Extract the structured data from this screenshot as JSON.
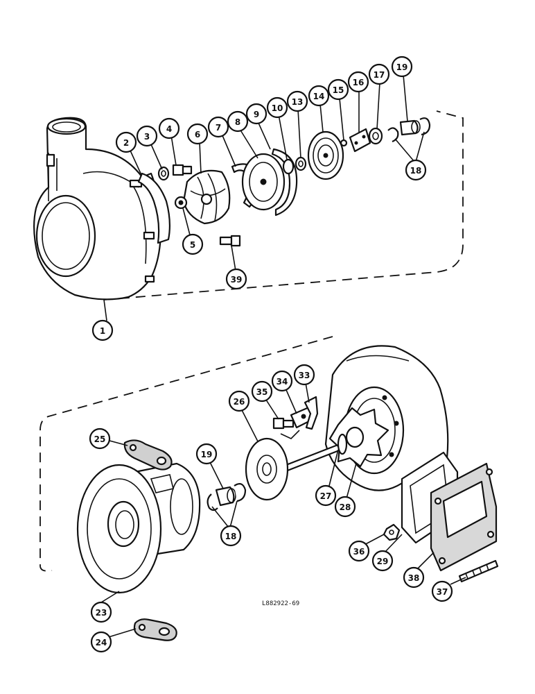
{
  "diagram": {
    "reference_code": "L882922-69",
    "callouts": [
      "1",
      "2",
      "3",
      "4",
      "5",
      "6",
      "7",
      "8",
      "9",
      "10",
      "13",
      "14",
      "15",
      "16",
      "17",
      "18",
      "19",
      "39",
      "23",
      "24",
      "25",
      "18",
      "19",
      "26",
      "27",
      "28",
      "29",
      "33",
      "34",
      "35",
      "36",
      "37",
      "38"
    ]
  }
}
